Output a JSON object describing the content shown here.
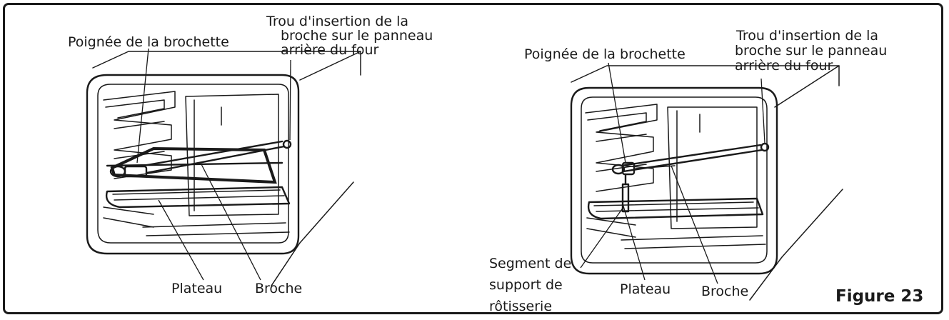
{
  "figure_label": "Figure 23",
  "left_panel": {
    "label_handle": "Poignée de la brochette",
    "label_hole_line1": "Trou d'insertion de la",
    "label_hole_line2": "broche sur le panneau",
    "label_hole_line3": "arrière du four",
    "label_tray": "Plateau",
    "label_spit": "Broche"
  },
  "right_panel": {
    "label_handle": "Poignée de la brochette",
    "label_hole_line1": "Trou d'insertion de la",
    "label_hole_line2": "broche sur le panneau",
    "label_hole_line3": "arrière du four",
    "label_support_line1": "Segment de",
    "label_support_line2": "support de",
    "label_support_line3": "rôtisserie",
    "label_tray": "Plateau",
    "label_spit": "Broche"
  }
}
